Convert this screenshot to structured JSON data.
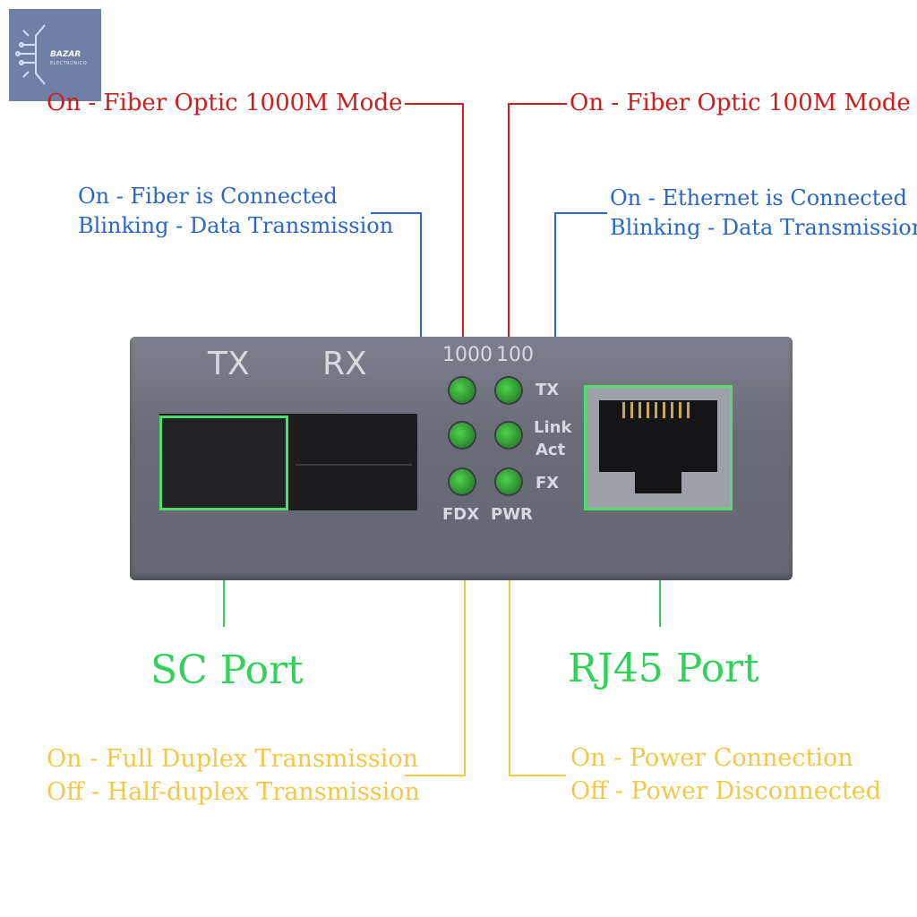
{
  "logo": {
    "name": "BAZAR",
    "sub": "ELECTRONICO"
  },
  "top_left": "On - Fiber Optic 1000M Mode",
  "top_right": "On - Fiber Optic 100M Mode",
  "fiber_line1": "On - Fiber is Connected",
  "fiber_line2": "Blinking - Data Transmission",
  "eth_line1": "On - Ethernet is Connected",
  "eth_line2": "Blinking - Data Transmission",
  "device": {
    "tx": "TX",
    "rx": "RX",
    "speed_1000": "1000",
    "speed_100": "100",
    "led_tx": "TX",
    "led_link": "Link",
    "led_act": "Act",
    "led_fx": "FX",
    "led_fdx": "FDX",
    "led_pwr": "PWR"
  },
  "sc_port": "SC Port",
  "rj45_port": "RJ45 Port",
  "fdx_line1": "On - Full Duplex Transmission",
  "fdx_line2": "Off - Half-duplex Transmission",
  "pwr_line1": "On - Power Connection",
  "pwr_line2": "Off - Power Disconnected",
  "colors": {
    "red": "#d11c1c",
    "blue": "#2a66c4",
    "green": "#34d05c",
    "yellow": "#f2c84a"
  }
}
